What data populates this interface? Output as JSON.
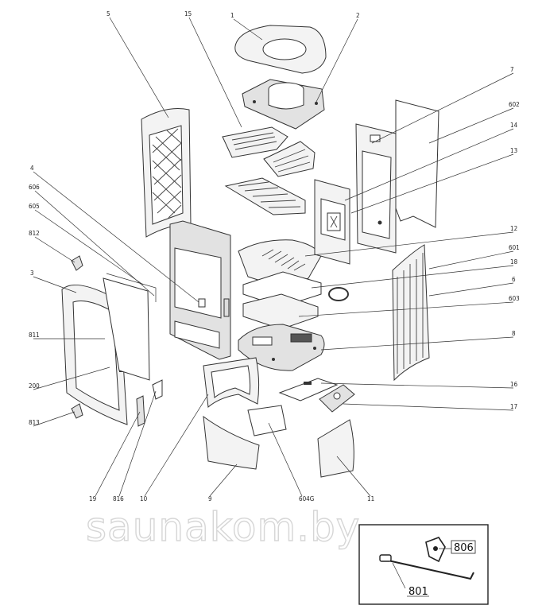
{
  "callouts": {
    "c1": "1",
    "c2": "2",
    "c3": "3",
    "c4": "4",
    "c5": "5",
    "c6": "6",
    "c7": "7",
    "c8": "8",
    "c9": "9",
    "c10": "10",
    "c11": "11",
    "c12": "12",
    "c13": "13",
    "c14": "14",
    "c15": "15",
    "c16": "16",
    "c17": "17",
    "c18": "18",
    "c19": "19",
    "c200": "200",
    "c601": "601",
    "c602": "602",
    "c603": "603",
    "c604g": "604G",
    "c605": "605",
    "c606": "606",
    "c811": "811",
    "c812": "812",
    "c813": "813",
    "c816": "816"
  },
  "inset": {
    "label_806": "806",
    "label_801": "801"
  },
  "watermark": "saunakom.by"
}
